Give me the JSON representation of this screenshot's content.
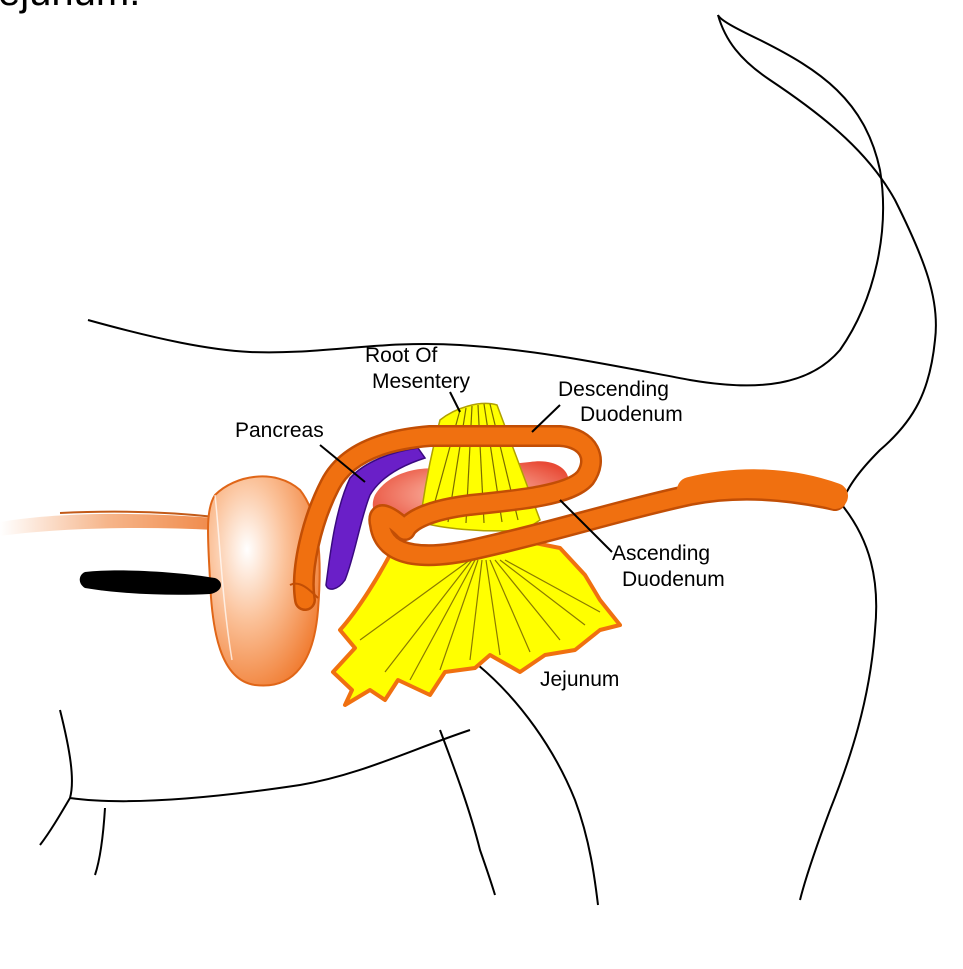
{
  "header": {
    "cropped_text": "ejunum."
  },
  "labels": {
    "root_of_mesentery": [
      "Root Of",
      "Mesentery"
    ],
    "descending_duodenum": [
      "Descending",
      "Duodenum"
    ],
    "pancreas": "Pancreas",
    "ascending_duodenum": [
      "Ascending",
      "Duodenum"
    ],
    "jejunum": "Jejunum"
  },
  "colors": {
    "outline": "#000000",
    "intestine_orange": "#f07010",
    "pancreas_purple": "#6a1fc8",
    "mesentery_yellow": "#ffff00",
    "stomach_peach": "#f59a62",
    "inner_red": "#e8503a"
  }
}
